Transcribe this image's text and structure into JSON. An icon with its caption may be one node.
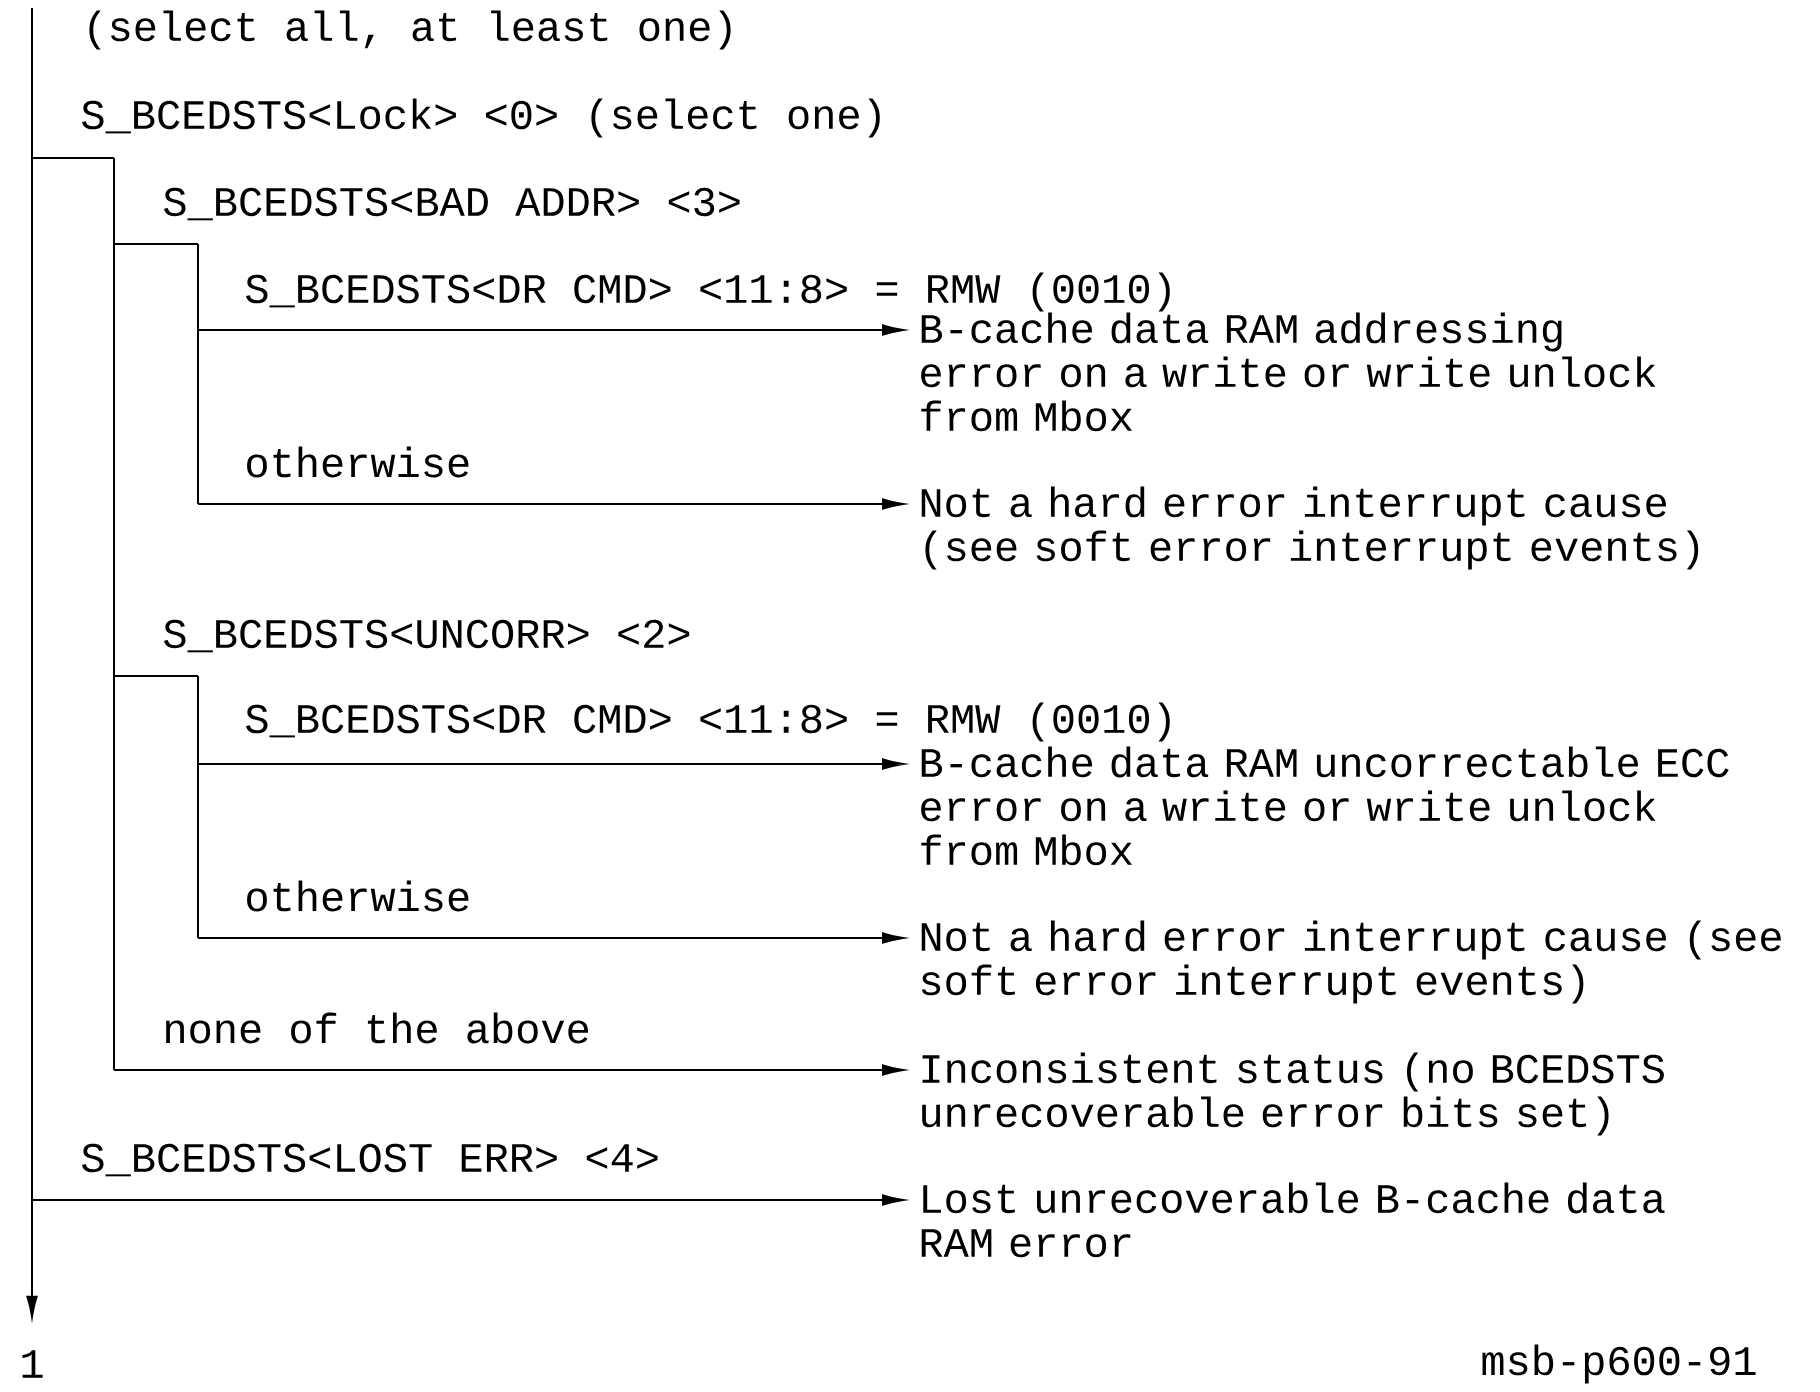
{
  "diagram": {
    "nodes": [
      {
        "text": [
          "B-cache data RAM addressing error on a write or write unlock from Mbox"
        ]
      },
      {
        "text": [
          "Not a hard error interrupt cause (see soft error interrupt events)"
        ]
      },
      {
        "text": [
          "B-cache data RAM uncorrectable ECC error on a write or write unlock from Mbox"
        ]
      },
      {
        "text": [
          "Not a hard error interrupt cause (see soft error interrupt events)"
        ]
      },
      {
        "text": [
          "Inconsistent status (no BCEDSTS unrecoverable error bits set)"
        ]
      },
      {
        "text": [
          "Lost unrecoverable B-cache data RAM error"
        ]
      },
      {
        "text": [
          "1"
        ]
      }
    ],
    "edges": [
      {
        "from": null,
        "to": 0,
        "arrow": "to",
        "label": "S_BCEDSTS<DR CMD> <11:8> = RMW (0010)"
      },
      {
        "from": null,
        "to": 1,
        "arrow": "to",
        "label": "otherwise"
      },
      {
        "from": null,
        "to": 2,
        "arrow": "to",
        "label": "S_BCEDSTS<DR CMD> <11:8> = RMW (0010)"
      },
      {
        "from": null,
        "to": 3,
        "arrow": "to",
        "label": "otherwise"
      },
      {
        "from": null,
        "to": 4,
        "arrow": "to",
        "label": "none of the above"
      },
      {
        "from": null,
        "to": 5,
        "arrow": "to",
        "label": "S_BCEDSTS<LOST ERR> <4>"
      },
      {
        "from": null,
        "to": 6,
        "arrow": "to"
      }
    ],
    "labels": [
      "(select all, at least one)",
      "S_BCEDSTS<Lock> <0>  (select one)",
      "S_BCEDSTS<BAD ADDR> <3>",
      "S_BCEDSTS<UNCORR> <2>",
      "msb-p600-91"
    ]
  }
}
